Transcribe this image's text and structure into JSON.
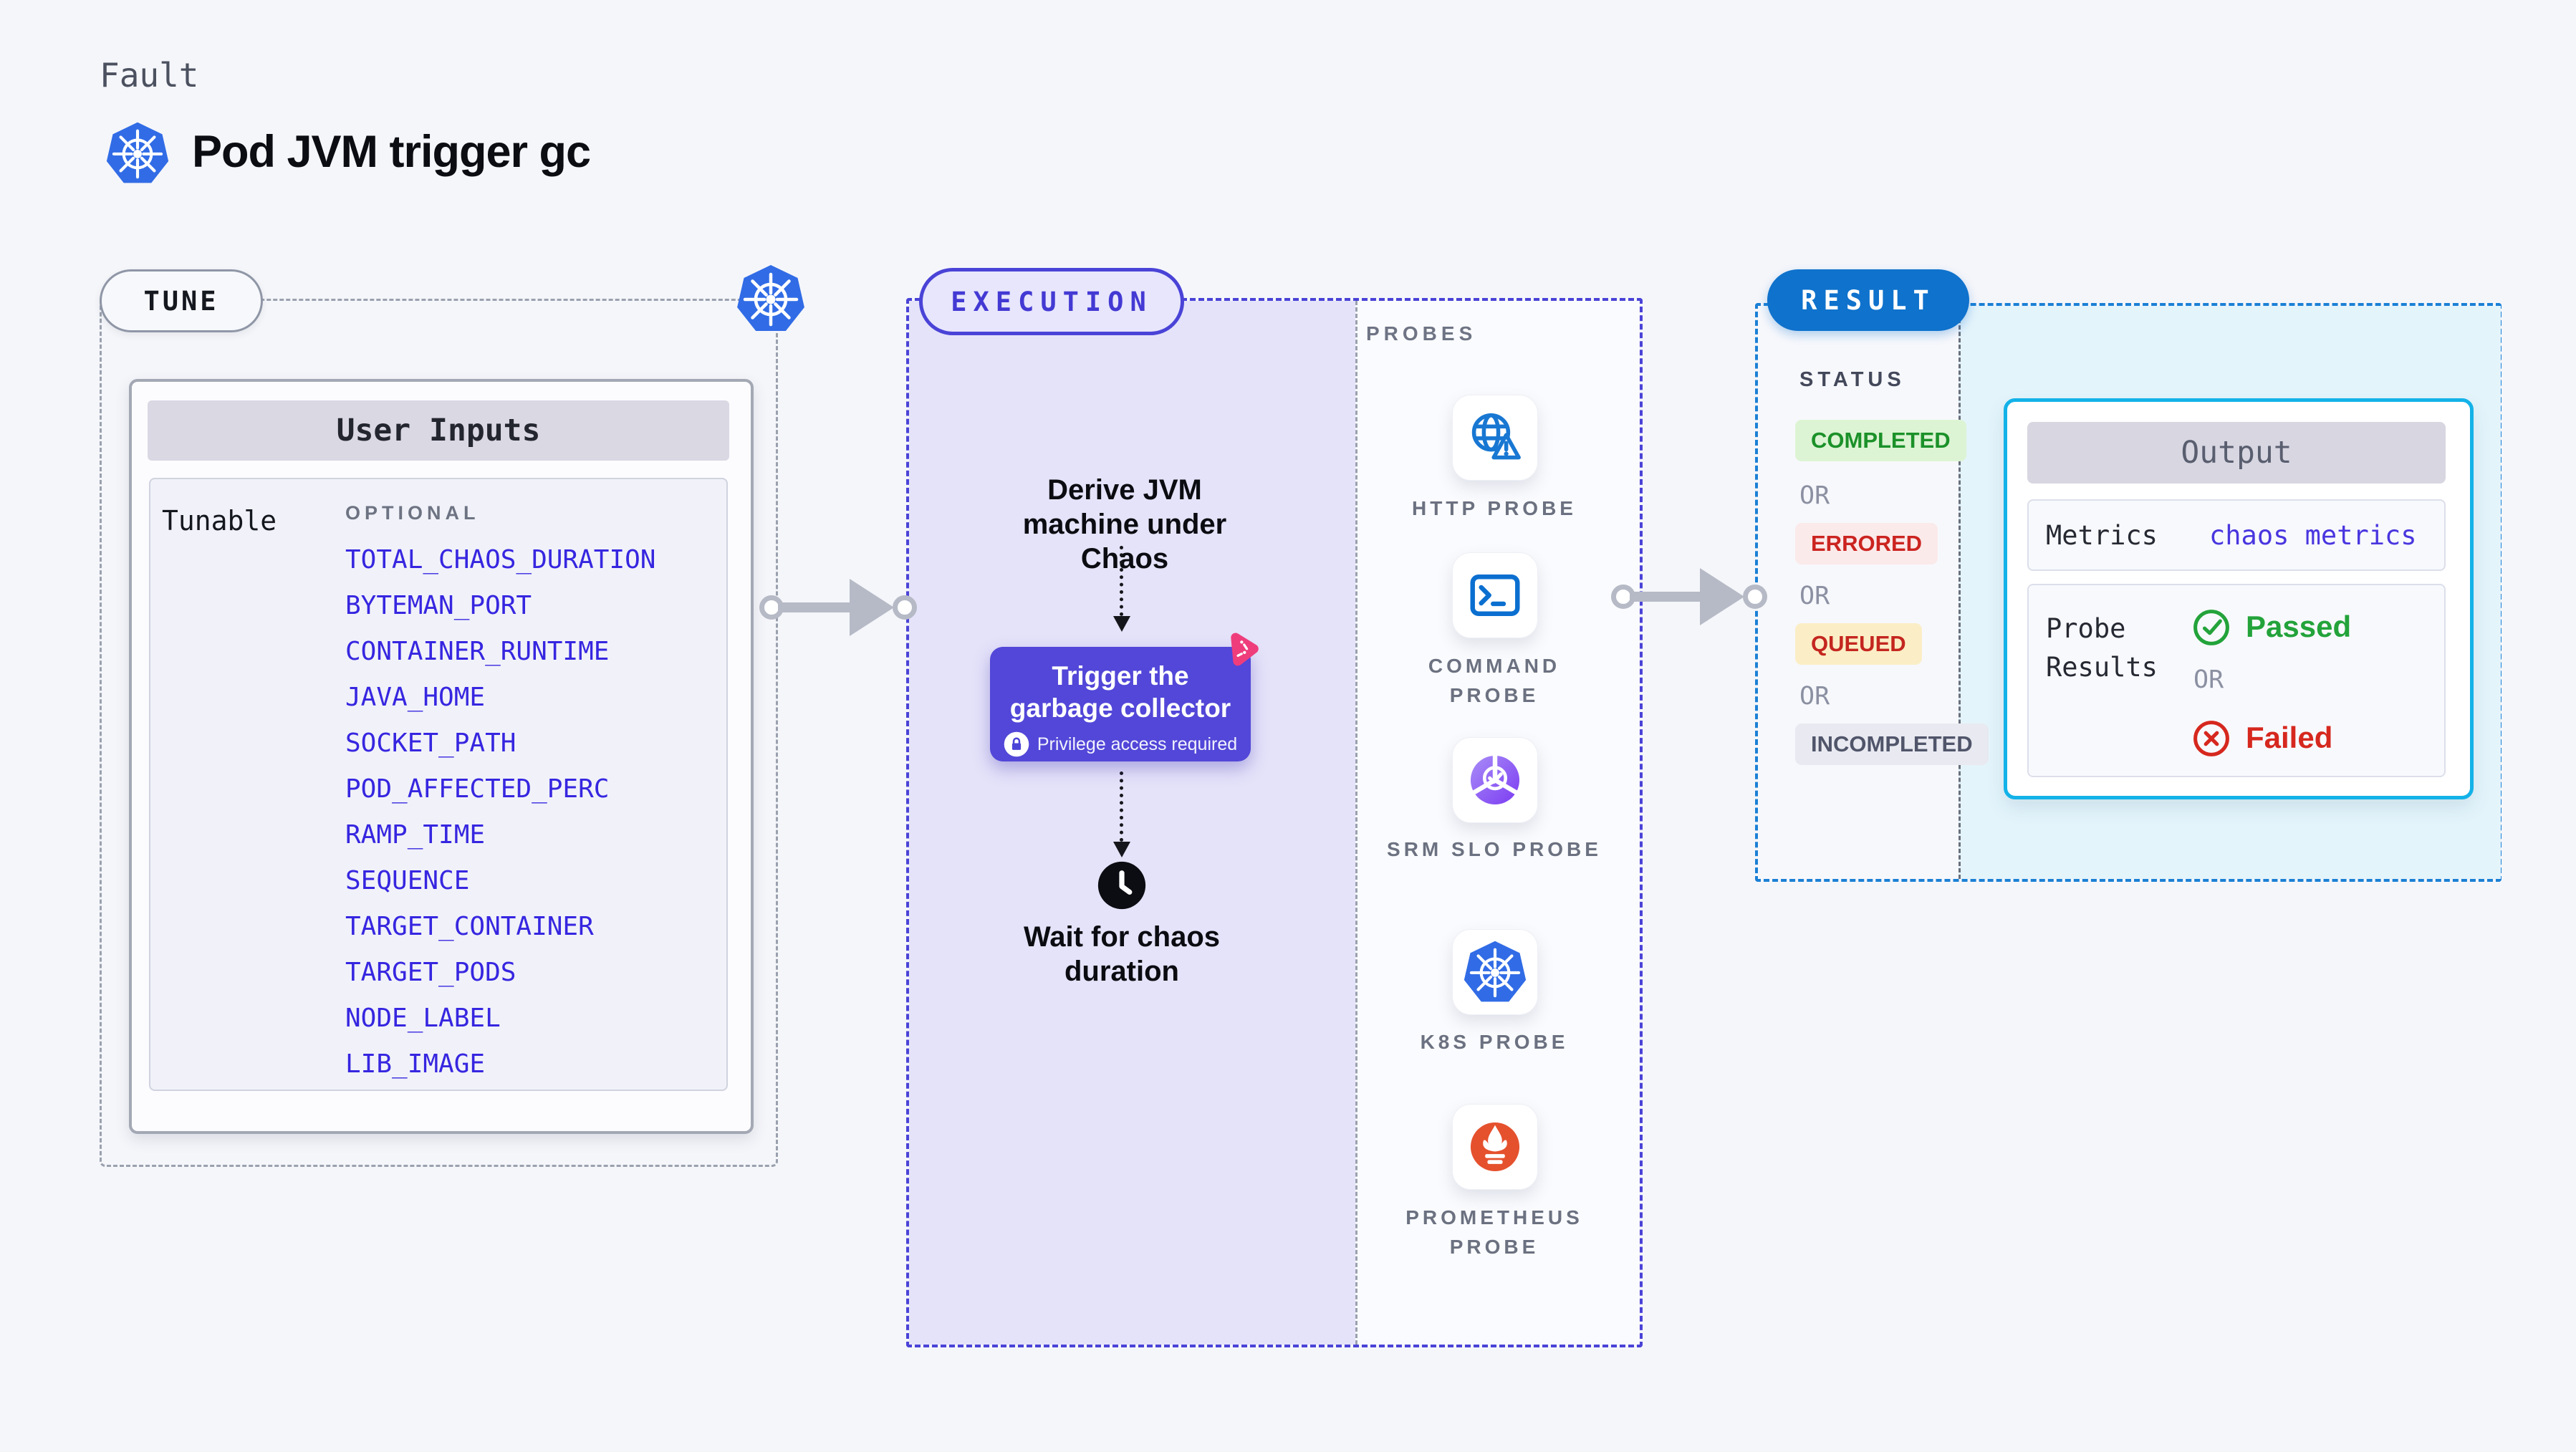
{
  "header": {
    "kicker": "Fault",
    "title": "Pod JVM trigger gc"
  },
  "tune": {
    "badge": "TUNE",
    "card_title": "User Inputs",
    "group_label": "Tunable",
    "optional_label": "OPTIONAL",
    "items": [
      "TOTAL_CHAOS_DURATION",
      "BYTEMAN_PORT",
      "CONTAINER_RUNTIME",
      "JAVA_HOME",
      "SOCKET_PATH",
      "POD_AFFECTED_PERC",
      "RAMP_TIME",
      "SEQUENCE",
      "TARGET_CONTAINER",
      "TARGET_PODS",
      "NODE_LABEL",
      "LIB_IMAGE"
    ]
  },
  "execution": {
    "badge": "EXECUTION",
    "derive_label": "Derive JVM machine under Chaos",
    "trigger_label": "Trigger the garbage collector",
    "privilege_label": "Privilege access required",
    "wait_label": "Wait for chaos duration"
  },
  "probes": {
    "title": "PROBES",
    "items": [
      {
        "icon": "http-probe-icon",
        "label": "HTTP PROBE"
      },
      {
        "icon": "command-probe-icon",
        "label": "COMMAND PROBE"
      },
      {
        "icon": "srm-slo-probe-icon",
        "label": "SRM SLO PROBE"
      },
      {
        "icon": "k8s-probe-icon",
        "label": "K8S PROBE"
      },
      {
        "icon": "prometheus-probe-icon",
        "label": "PROMETHEUS PROBE"
      }
    ]
  },
  "result": {
    "badge": "RESULT",
    "status_label": "STATUS",
    "or_label": "OR",
    "statuses": [
      {
        "label": "COMPLETED"
      },
      {
        "label": "ERRORED"
      },
      {
        "label": "QUEUED"
      },
      {
        "label": "INCOMPLETED"
      }
    ],
    "output": {
      "title": "Output",
      "metrics_label": "Metrics",
      "metrics_value": "chaos metrics",
      "probe_results_label": "Probe Results",
      "passed_label": "Passed",
      "or_label": "OR",
      "failed_label": "Failed"
    }
  },
  "colors": {
    "accent_indigo": "#4a43d7",
    "accent_blue": "#0f72cc",
    "accent_cyan": "#13b2e8",
    "link_blue": "#3626e0",
    "success_green": "#23a33a",
    "error_red": "#d6281e",
    "queued_yellow": "#fbeec6",
    "lavender": "#e5e3f9",
    "k8s_blue": "#316ce6",
    "prometheus_orange": "#e5512d",
    "chaos_pink": "#ef3d7c"
  }
}
